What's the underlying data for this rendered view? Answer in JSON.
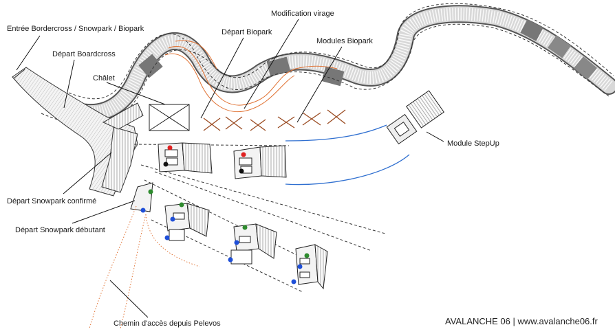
{
  "labels": {
    "entree": "Entrée Bordercross / Snowpark / Biopark",
    "depart_boardcross": "Départ Boardcross",
    "chalet": "Châlet",
    "depart_biopark": "Départ Biopark",
    "modification_virage": "Modification virage",
    "modules_biopark": "Modules Biopark",
    "module_stepup": "Module StepUp",
    "depart_snowpark_confirme": "Départ Snowpark confirmé",
    "depart_snowpark_debutant": "Départ Snowpark débutant",
    "chemin_acces": "Chemin d'accès depuis Pelevos"
  },
  "credit": "AVALANCHE 06 | www.avalanche06.fr",
  "colors": {
    "orange_line": "#e07030",
    "blue_line": "#2f6fd0",
    "marker_red": "#e02020",
    "marker_black": "#111111",
    "marker_green": "#2e8b2e",
    "marker_blue": "#1f4fd8"
  }
}
